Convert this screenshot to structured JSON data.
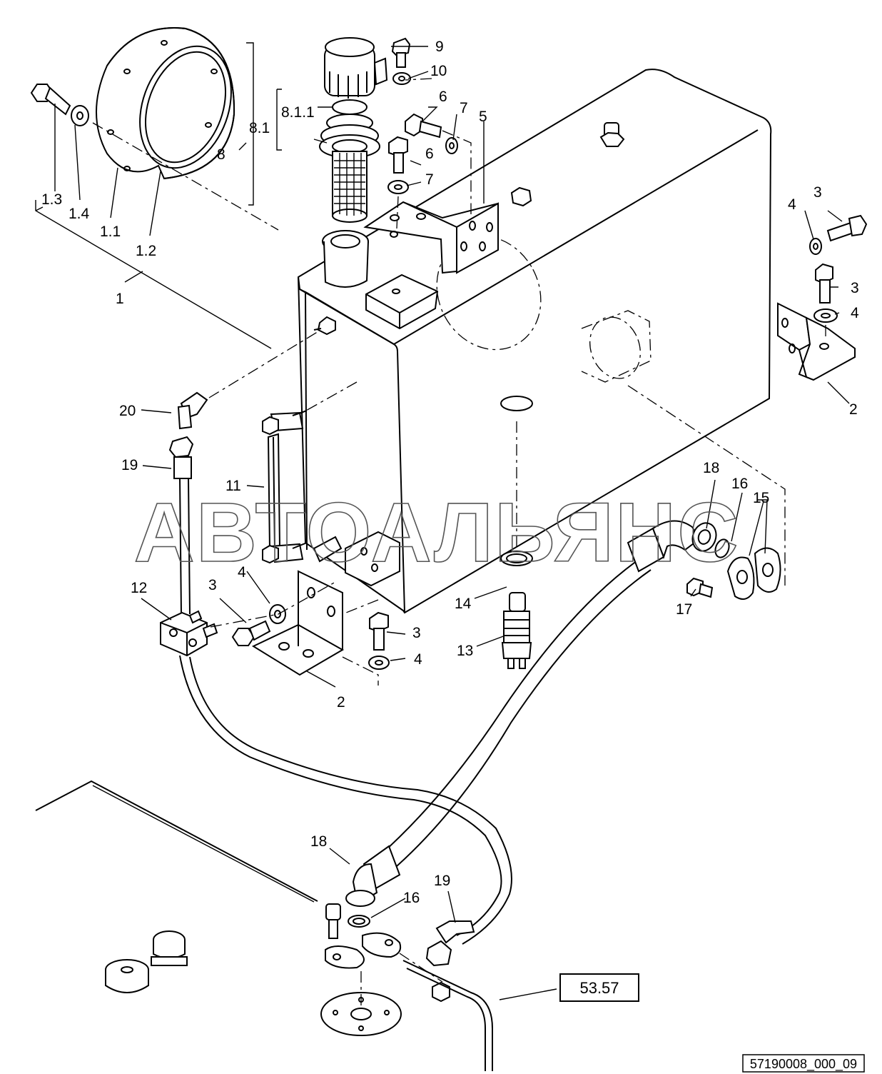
{
  "watermark": "АВТОАЛЬЯНС",
  "drawing_code": "57190008_000_09",
  "reference_box": "53.57",
  "callouts": [
    {
      "id": "c-9",
      "text": "9"
    },
    {
      "id": "c-10",
      "text": "10"
    },
    {
      "id": "c-6a",
      "text": "6"
    },
    {
      "id": "c-7a",
      "text": "7"
    },
    {
      "id": "c-5",
      "text": "5"
    },
    {
      "id": "c-8-1-1",
      "text": "8.1.1"
    },
    {
      "id": "c-8-1",
      "text": "8.1"
    },
    {
      "id": "c-8",
      "text": "8"
    },
    {
      "id": "c-6b",
      "text": "6"
    },
    {
      "id": "c-7b",
      "text": "7"
    },
    {
      "id": "c-1-3",
      "text": "1.3"
    },
    {
      "id": "c-1-4",
      "text": "1.4"
    },
    {
      "id": "c-1-1",
      "text": "1.1"
    },
    {
      "id": "c-1-2",
      "text": "1.2"
    },
    {
      "id": "c-1",
      "text": "1"
    },
    {
      "id": "c-3a",
      "text": "3"
    },
    {
      "id": "c-4a",
      "text": "4"
    },
    {
      "id": "c-3b",
      "text": "3"
    },
    {
      "id": "c-4b",
      "text": "4"
    },
    {
      "id": "c-2a",
      "text": "2"
    },
    {
      "id": "c-20",
      "text": "20"
    },
    {
      "id": "c-19a",
      "text": "19"
    },
    {
      "id": "c-11",
      "text": "11"
    },
    {
      "id": "c-18a",
      "text": "18"
    },
    {
      "id": "c-16a",
      "text": "16"
    },
    {
      "id": "c-15",
      "text": "15"
    },
    {
      "id": "c-12",
      "text": "12"
    },
    {
      "id": "c-3c",
      "text": "3"
    },
    {
      "id": "c-4c",
      "text": "4"
    },
    {
      "id": "c-14",
      "text": "14"
    },
    {
      "id": "c-17",
      "text": "17"
    },
    {
      "id": "c-3d",
      "text": "3"
    },
    {
      "id": "c-13",
      "text": "13"
    },
    {
      "id": "c-4d",
      "text": "4"
    },
    {
      "id": "c-2b",
      "text": "2"
    },
    {
      "id": "c-18b",
      "text": "18"
    },
    {
      "id": "c-19b",
      "text": "19"
    },
    {
      "id": "c-16b",
      "text": "16"
    }
  ]
}
